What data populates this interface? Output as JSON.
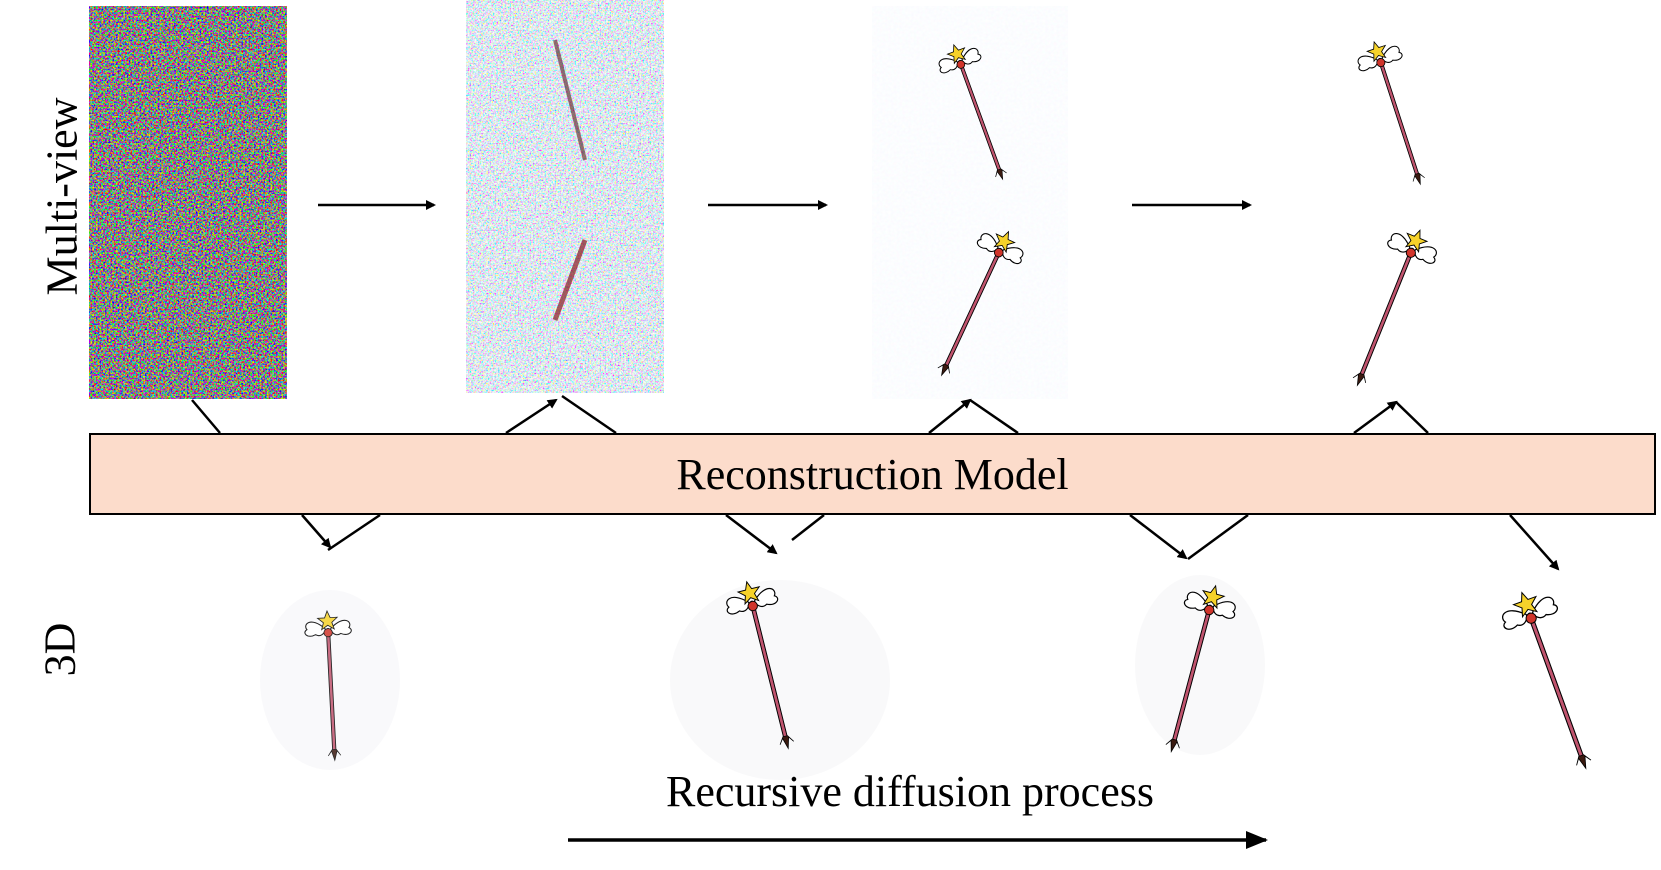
{
  "labels": {
    "multiview": "Multi-view",
    "three_d": "3D",
    "reconstruction": "Reconstruction Model",
    "process": "Recursive diffusion process"
  },
  "colors": {
    "box_fill": "#fcdccb",
    "shaft": "#c0546e",
    "star": "#f6d22a",
    "gem": "#d0352b",
    "outline": "#000000"
  },
  "stages": [
    {
      "name": "pure-noise",
      "noise_level": 1.0
    },
    {
      "name": "partial-noise",
      "noise_level": 0.6
    },
    {
      "name": "low-noise",
      "noise_level": 0.08
    },
    {
      "name": "clean",
      "noise_level": 0.0
    }
  ]
}
